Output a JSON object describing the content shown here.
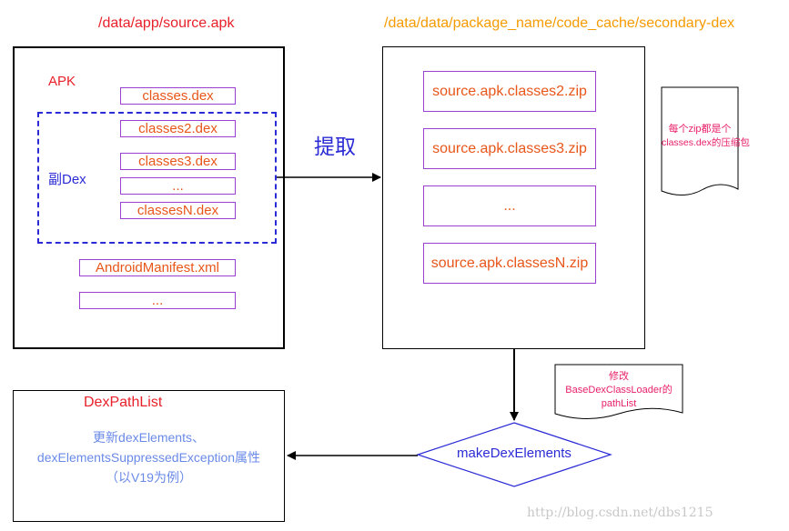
{
  "source_path": "/data/app/source.apk",
  "cache_path": "/data/data/package_name/code_cache/secondary-dex",
  "apk": {
    "label": "APK",
    "secondary_label": "副Dex",
    "entries": [
      "classes.dex",
      "classes2.dex",
      "classes3.dex",
      "...",
      "classesN.dex",
      "AndroidManifest.xml",
      "..."
    ]
  },
  "extract_label": "提取",
  "zips": [
    "source.apk.classes2.zip",
    "source.apk.classes3.zip",
    "...",
    "source.apk.classesN.zip"
  ],
  "note_zip": [
    "每个zip都是个",
    "classes.dex的压缩包"
  ],
  "note_modify": [
    "修改",
    "BaseDexClassLoader的",
    "pathList"
  ],
  "make_dex": "makeDexElements",
  "dexpathlist": {
    "title": "DexPathList",
    "desc": [
      "更新dexElements、",
      "dexElementsSuppressedException属性",
      "（以V19为例）"
    ]
  },
  "watermark": "http://blog.csdn.net/dbs1215",
  "colors": {
    "red": "#e8202a",
    "orange": "#f59b00",
    "blue": "#2b2bd6",
    "purple": "#9b3fd1",
    "pink": "#e8206a",
    "entry_text": "#e8561a",
    "desc_blue": "#6a8ae8"
  }
}
